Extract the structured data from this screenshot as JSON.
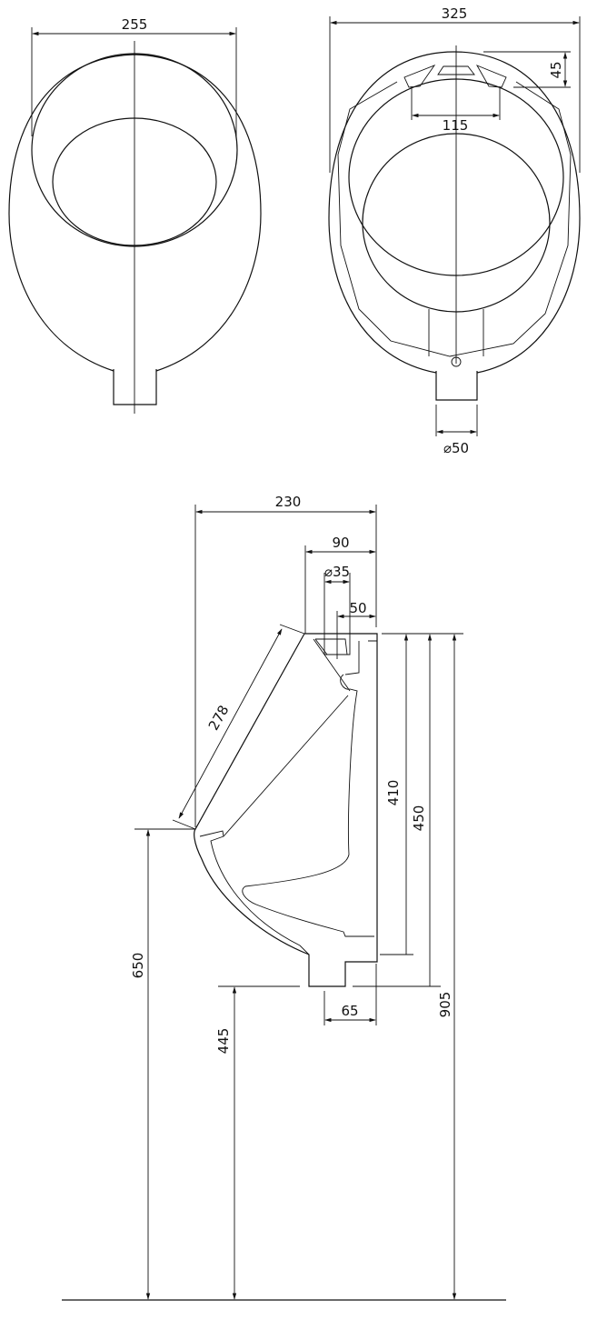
{
  "front_view": {
    "width_label": "255"
  },
  "top_view": {
    "width_label": "325",
    "depth_label": "45",
    "span_label": "115",
    "outlet_label": "⌀50"
  },
  "side_view": {
    "depth_label": "230",
    "inlet_offset_label": "90",
    "inlet_diameter_label": "⌀35",
    "inlet_center_label": "50",
    "front_slope_label": "278",
    "bowl_height_label": "410",
    "body_height_label": "450",
    "total_height_label": "905",
    "lip_height_label": "650",
    "outlet_height_label": "445",
    "outlet_offset_label": "65"
  }
}
